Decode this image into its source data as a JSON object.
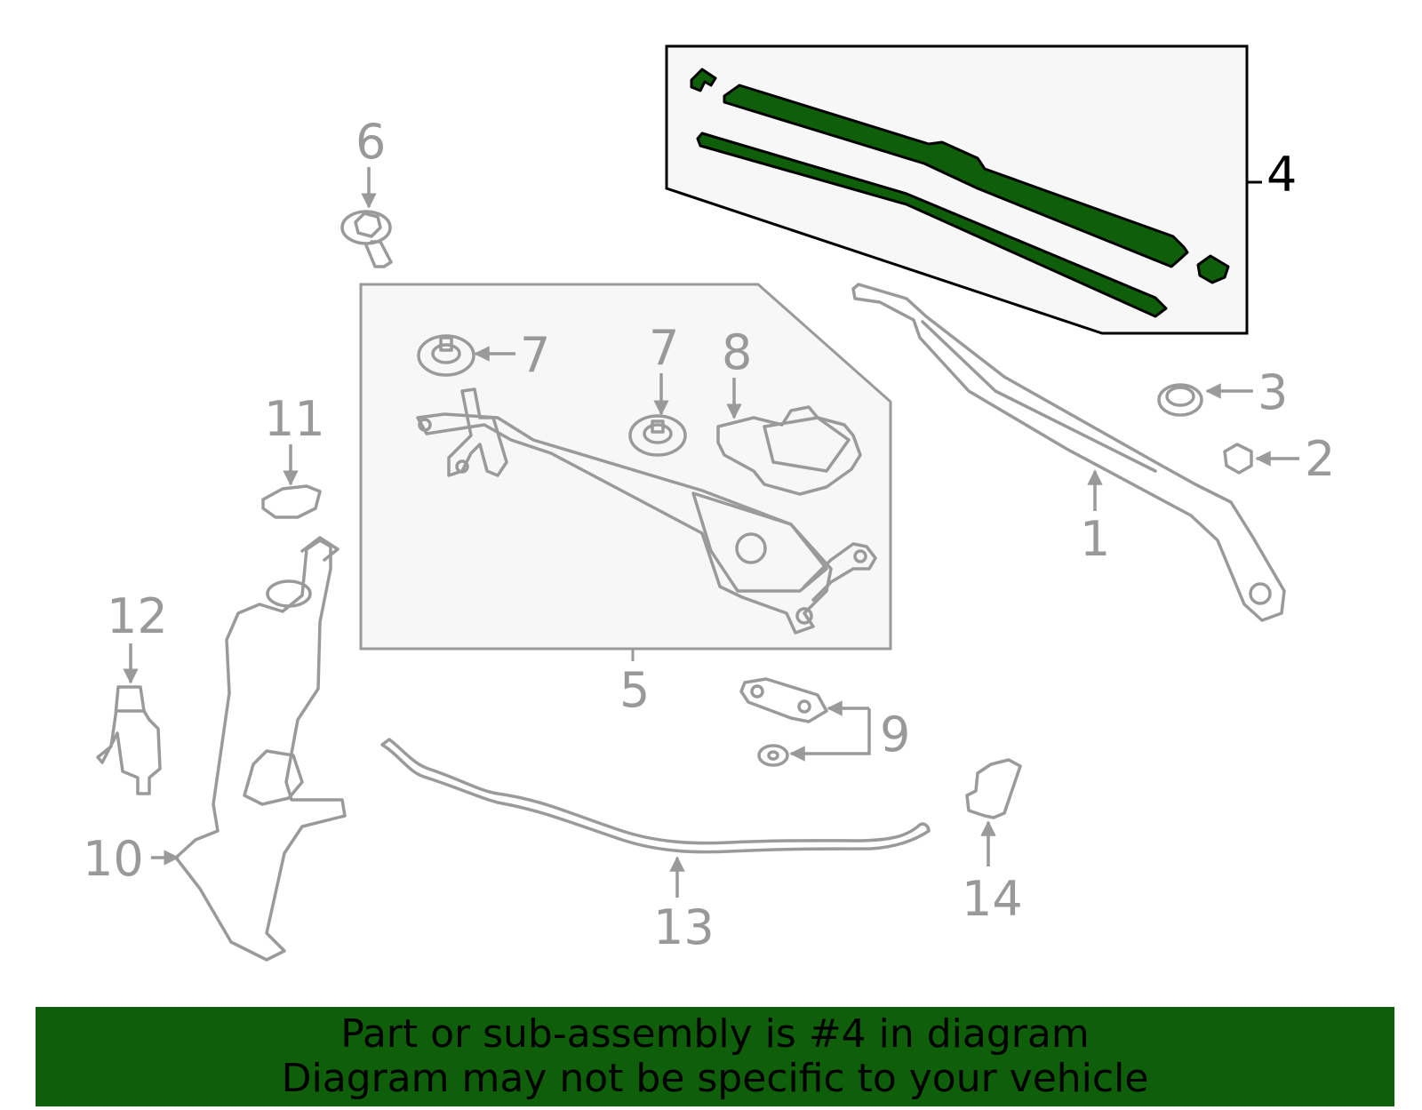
{
  "diagram": {
    "callouts": {
      "c1": "1",
      "c2": "2",
      "c3": "3",
      "c4": "4",
      "c5": "5",
      "c6": "6",
      "c7a": "7",
      "c7b": "7",
      "c8": "8",
      "c9": "9",
      "c10": "10",
      "c11": "11",
      "c12": "12",
      "c13": "13",
      "c14": "14"
    },
    "highlight_color": "#0f5e0a",
    "part_line_color": "#9a9a9a"
  },
  "banner": {
    "line1": "Part or sub-assembly is #4 in diagram",
    "line2": "Diagram may not be specific to your vehicle",
    "background": "#0f5e0a"
  }
}
